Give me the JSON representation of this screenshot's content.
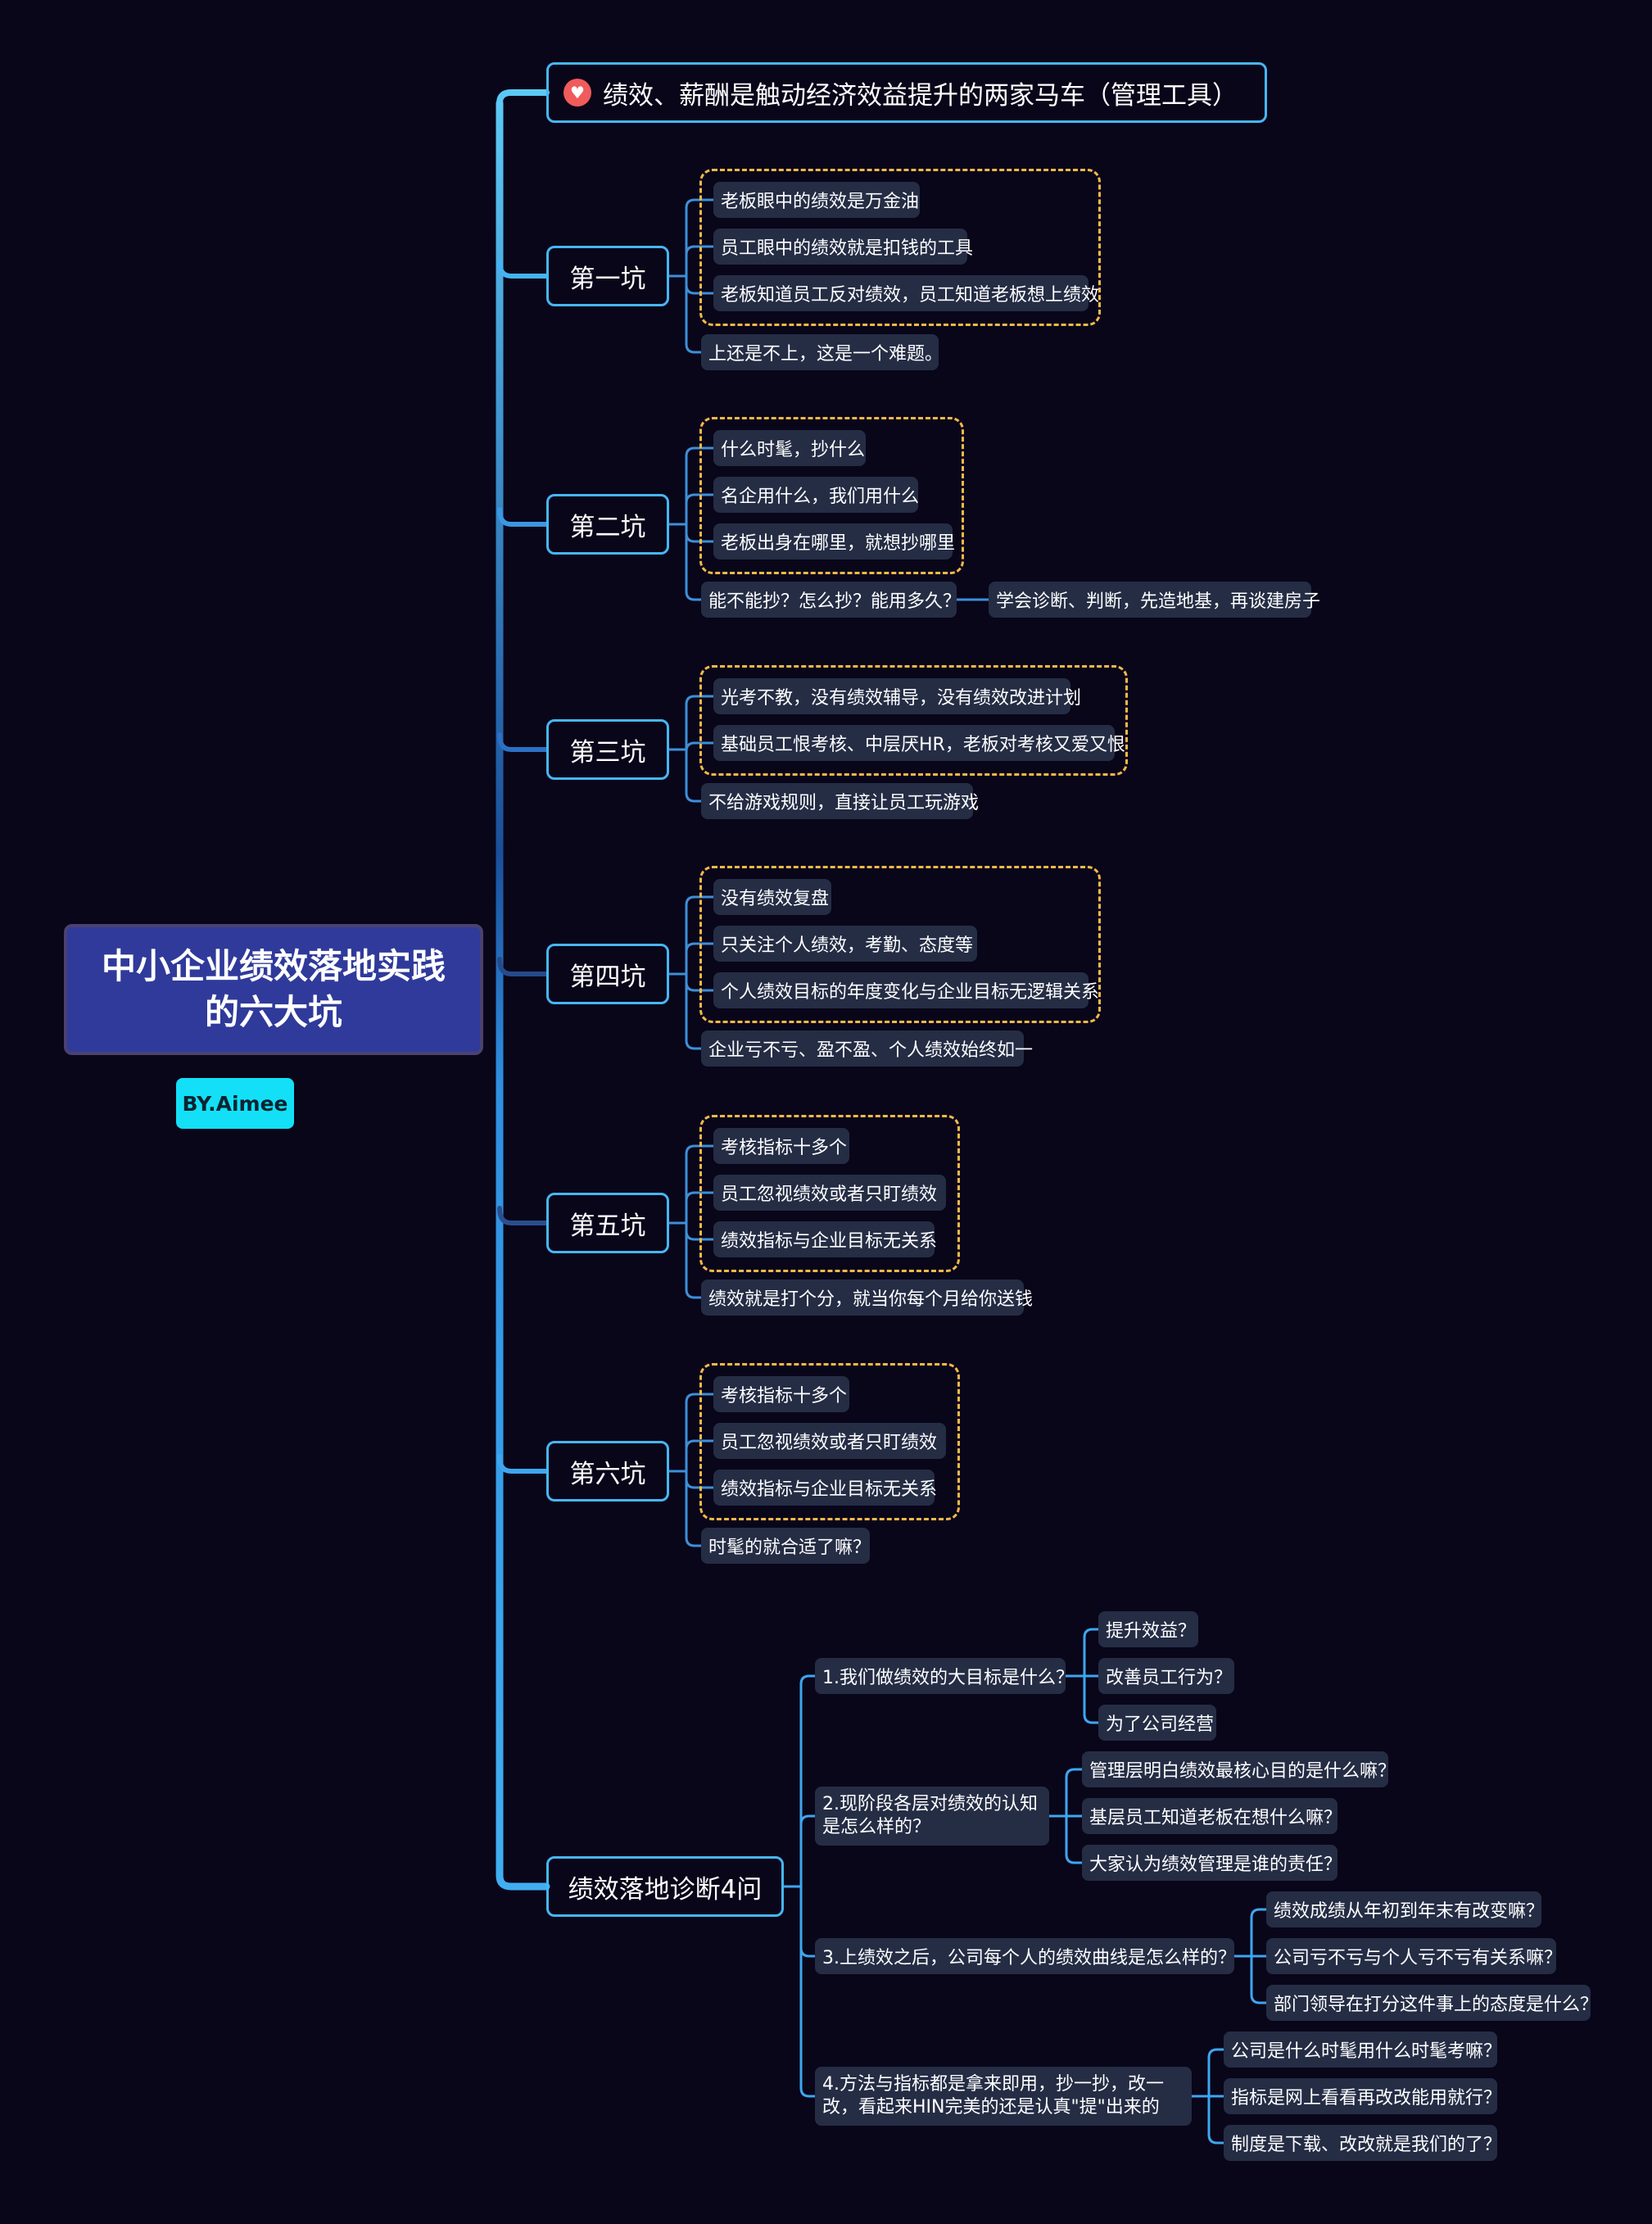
{
  "root": {
    "title": "中小企业绩效落地实践的六大坑",
    "author": "BY.Aimee"
  },
  "topic_intro": "绩效、薪酬是触动经济效益提升的两家马车（管理工具）",
  "pits": [
    {
      "title": "第一坑",
      "group": [
        "老板眼中的绩效是万金油",
        "员工眼中的绩效就是扣钱的工具",
        "老板知道员工反对绩效，员工知道老板想上绩效"
      ],
      "extra": "上还是不上，这是一个难题。"
    },
    {
      "title": "第二坑",
      "group": [
        "什么时髦，抄什么",
        "名企用什么，我们用什么",
        "老板出身在哪里，就想抄哪里"
      ],
      "extra": "能不能抄？怎么抄？能用多久？",
      "extra_child": "学会诊断、判断，先造地基，再谈建房子"
    },
    {
      "title": "第三坑",
      "group": [
        "光考不教，没有绩效辅导，没有绩效改进计划",
        "基础员工恨考核、中层厌HR，老板对考核又爱又恨"
      ],
      "extra": "不给游戏规则，直接让员工玩游戏"
    },
    {
      "title": "第四坑",
      "group": [
        "没有绩效复盘",
        "只关注个人绩效，考勤、态度等",
        "个人绩效目标的年度变化与企业目标无逻辑关系"
      ],
      "extra": "企业亏不亏、盈不盈、个人绩效始终如一"
    },
    {
      "title": "第五坑",
      "group": [
        "考核指标十多个",
        "员工忽视绩效或者只盯绩效",
        "绩效指标与企业目标无关系"
      ],
      "extra": "绩效就是打个分，就当你每个月给你送钱"
    },
    {
      "title": "第六坑",
      "group": [
        "考核指标十多个",
        "员工忽视绩效或者只盯绩效",
        "绩效指标与企业目标无关系"
      ],
      "extra": "时髦的就合适了嘛？"
    }
  ],
  "diagnosis": {
    "title": "绩效落地诊断4问",
    "questions": [
      {
        "text": "1.我们做绩效的大目标是什么？",
        "children": [
          "提升效益？",
          "改善员工行为？",
          "为了公司经营"
        ]
      },
      {
        "text": "2.现阶段各层对绩效的认知是怎么样的？",
        "children": [
          "管理层明白绩效最核心目的是什么嘛？",
          "基层员工知道老板在想什么嘛？",
          "大家认为绩效管理是谁的责任？"
        ]
      },
      {
        "text": "3.上绩效之后，公司每个人的绩效曲线是怎么样的？",
        "children": [
          "绩效成绩从年初到年末有改变嘛？",
          "公司亏不亏与个人亏不亏有关系嘛？",
          "部门领导在打分这件事上的态度是什么？"
        ]
      },
      {
        "text": "4.方法与指标都是拿来即用，抄一抄，改一改，看起来HIN完美的还是认真\"提\"出来的",
        "children": [
          "公司是什么时髦用什么时髦考嘛？",
          "指标是网上看看再改改能用就行？",
          "制度是下载、改改就是我们的了？"
        ]
      }
    ]
  },
  "colors": {
    "background": "#09061a",
    "trunk": "#3ea6f0",
    "accent_border": "#47b6f5",
    "group_border": "#f5b84a",
    "leaf_bg": "#252d45",
    "root_bg": "#2f3a9a",
    "badge_bg": "#13e0f7"
  }
}
